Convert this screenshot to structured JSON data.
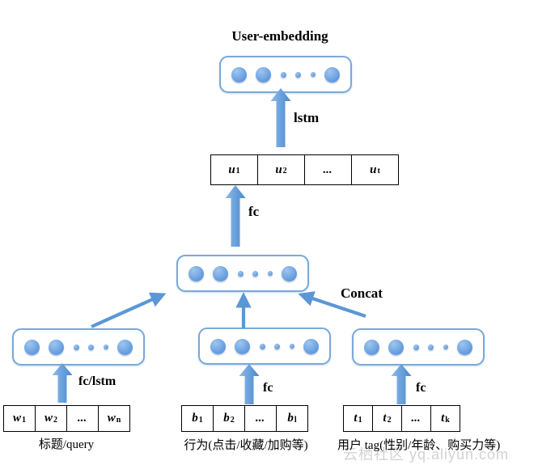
{
  "colors": {
    "accent_blue": "#5b9bd5",
    "box_border": "#7aa9d8",
    "node_fill_light": "#9ec6ee",
    "node_fill_dark": "#5e97dd",
    "table_border": "#000000",
    "text": "#000000",
    "watermark_gray": "#d2d2d2"
  },
  "diagram": {
    "title": "User-embedding",
    "labels": {
      "lstm": "lstm",
      "fc_top": "fc",
      "concat": "Concat",
      "fc_lstm": "fc/lstm",
      "fc_behavior": "fc",
      "fc_tag": "fc"
    },
    "embedding_table": {
      "cells": [
        {
          "base": "u",
          "sub": "1"
        },
        {
          "base": "u",
          "sub": "2"
        },
        {
          "base": "...",
          "sub": ""
        },
        {
          "base": "u",
          "sub": "t"
        }
      ]
    },
    "word_table": {
      "caption": "标题/query",
      "cells": [
        {
          "base": "w",
          "sub": "1"
        },
        {
          "base": "w",
          "sub": "2"
        },
        {
          "base": "...",
          "sub": ""
        },
        {
          "base": "w",
          "sub": "n"
        }
      ]
    },
    "behavior_table": {
      "caption": "行为(点击/收藏/加购等)",
      "cells": [
        {
          "base": "b",
          "sub": "1"
        },
        {
          "base": "b",
          "sub": "2"
        },
        {
          "base": "...",
          "sub": ""
        },
        {
          "base": "b",
          "sub": "l"
        }
      ]
    },
    "tag_table": {
      "caption": "用户 tag(性别/年龄、购买力等)",
      "cells": [
        {
          "base": "t",
          "sub": "1"
        },
        {
          "base": "t",
          "sub": "2"
        },
        {
          "base": "...",
          "sub": ""
        },
        {
          "base": "t",
          "sub": "k"
        }
      ]
    },
    "watermark": "云栖社区 yq.aliyun.com"
  }
}
